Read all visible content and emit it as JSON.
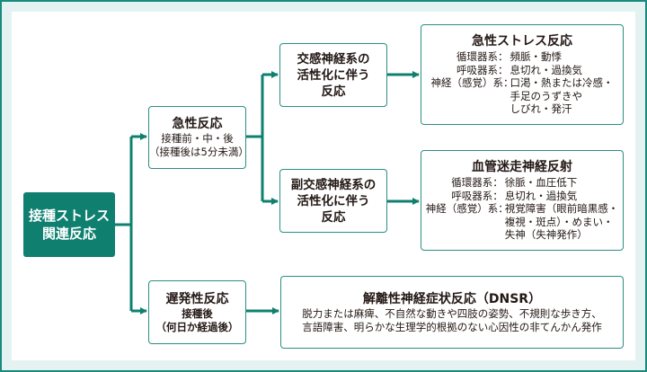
{
  "colors": {
    "accent": "#0f8070",
    "line": "#0f8070",
    "frame_bg": "#e4f3f1",
    "border": "#2a8f84"
  },
  "root": {
    "lines": [
      "接種ストレス",
      "関連反応"
    ]
  },
  "acute": {
    "title": "急性反応",
    "lines": [
      "接種前・中・後",
      "（接種後は5分未満）"
    ]
  },
  "delayed": {
    "title": "遅発性反応",
    "lines": [
      "接種後",
      "（何日か経過後）"
    ]
  },
  "sympathetic": {
    "lines": [
      "交感神経系の",
      "活性化に伴う",
      "反応"
    ]
  },
  "parasympathetic": {
    "lines": [
      "副交感神経系の",
      "活性化に伴う",
      "反応"
    ]
  },
  "acute_stress": {
    "title": "急性ストレス反応",
    "rows": [
      {
        "key": "循環器系：",
        "value": [
          "頻脈・動悸"
        ]
      },
      {
        "key": "呼吸器系：",
        "value": [
          "息切れ・過換気"
        ]
      },
      {
        "key": "神経（感覚）系：",
        "value": [
          "口渇・熱または冷感・",
          "手足のうずきや",
          "しびれ・発汗"
        ]
      }
    ]
  },
  "vasovagal": {
    "title": "血管迷走神経反射",
    "rows": [
      {
        "key": "循環器系：",
        "value": [
          "徐脈・血圧低下"
        ]
      },
      {
        "key": "呼吸器系：",
        "value": [
          "息切れ・過換気"
        ]
      },
      {
        "key": "神経（感覚）系：",
        "value": [
          "視覚障害（眼前暗黒感・",
          "複視・斑点）・めまい・",
          "失神（失神発作）"
        ]
      }
    ]
  },
  "dnsr": {
    "title": "解離性神経症状反応（DNSR）",
    "lines": [
      "脱力または麻痺、不自然な動きや四肢の姿勢、不規則な歩き方、",
      "言語障害、明らかな生理学的根拠のない心因性の非てんかん発作"
    ]
  }
}
